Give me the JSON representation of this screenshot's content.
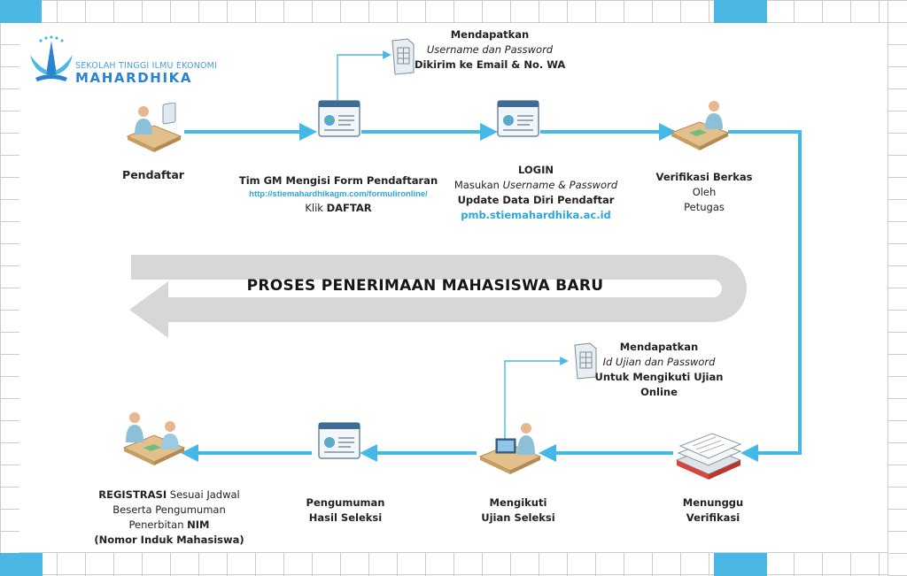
{
  "logo": {
    "line1": "SEKOLAH TINGGI ILMU EKONOMI",
    "line2": "MAHARDHIKA"
  },
  "banner": "PROSES PENERIMAAN MAHASISWA BARU",
  "steps": {
    "pendaftar": {
      "title": "Pendaftar"
    },
    "form": {
      "title": "Tim GM Mengisi  Form Pendaftaran",
      "url": "http://stiemahardhikagm.com/formulironline/",
      "klik": "Klik ",
      "daftar": "DAFTAR"
    },
    "login": {
      "title": "LOGIN",
      "masukan": "Masukan ",
      "masukan_it": "Username & Password",
      "update": "Update Data Diri Pendaftar",
      "url": "pmb.stiemahardhika.ac.id"
    },
    "verifikasi": {
      "title": "Verifikasi Berkas",
      "line2": "Oleh",
      "line3": "Petugas"
    },
    "menunggu": {
      "line1": "Menunggu",
      "line2": "Verifikasi"
    },
    "ujian": {
      "line1": "Mengikuti",
      "line2": "Ujian Seleksi"
    },
    "pengumuman": {
      "line1": "Pengumuman",
      "line2": "Hasil Seleksi"
    },
    "registrasi": {
      "bold1": "REGISTRASI",
      "rest1": "  Sesuai Jadwal",
      "line2": "Beserta Pengumuman",
      "line3a": "Penerbitan  ",
      "line3b": "NIM",
      "line4": "(Nomor Induk Mahasiswa)"
    }
  },
  "notes": {
    "username": {
      "line1": "Mendapatkan",
      "line2": "Username dan Password",
      "line3": "Dikirim ke Email & No. WA"
    },
    "idujian": {
      "line1": "Mendapatkan",
      "line2": "Id Ujian dan Password",
      "line3": "Untuk Mengikuti Ujian",
      "line4": "Online"
    }
  },
  "colors": {
    "accent": "#45b8ea",
    "banner_arrow": "#d6d7d9",
    "grid_line": "#c9cdd1",
    "link": "#2ca6de"
  }
}
